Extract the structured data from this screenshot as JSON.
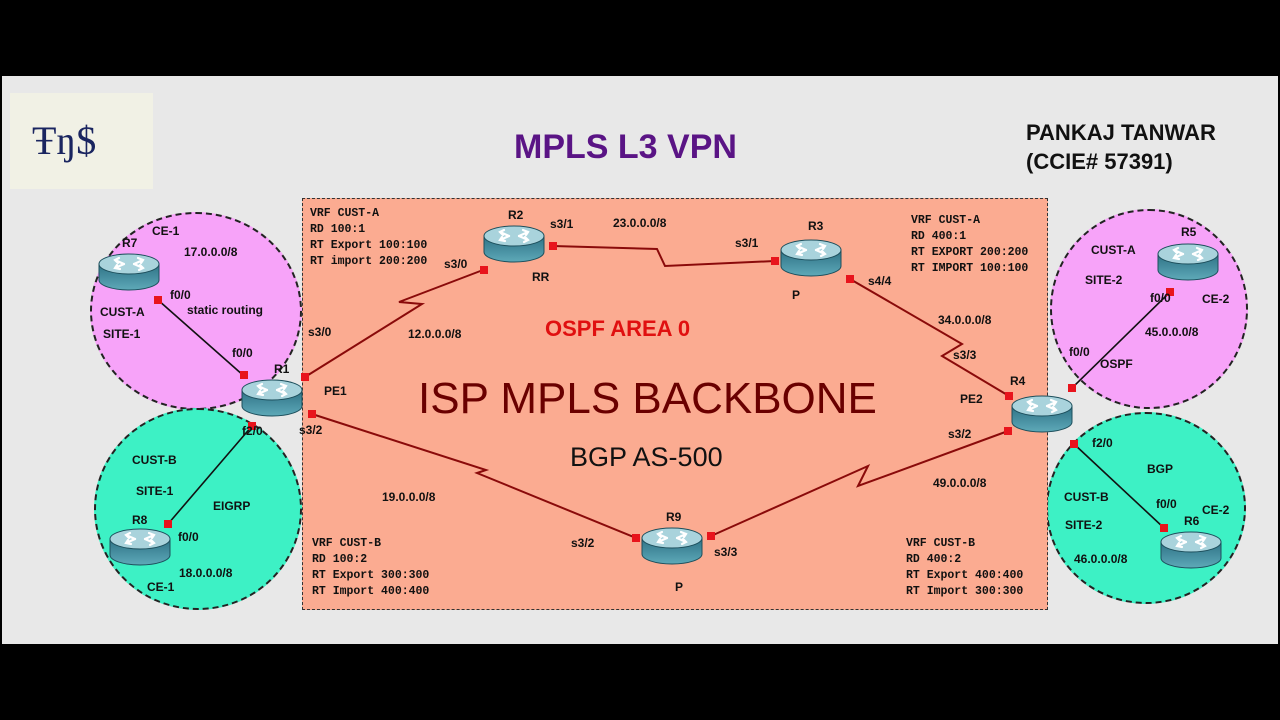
{
  "header": {
    "logo_text": "Ŧŋ$",
    "title": "MPLS L3 VPN",
    "author_name": "PANKAJ TANWAR",
    "author_cert": "(CCIE# 57391)"
  },
  "backbone": {
    "title": "ISP MPLS BACKBONE",
    "bgp": "BGP AS-500",
    "ospf": "OSPF AREA 0"
  },
  "colors": {
    "backbone": "#fbab91",
    "site_pink": "#f7a3f9",
    "site_teal": "#3df1c5",
    "title": "#5a1485",
    "ospf": "#e01010",
    "port": "#e8141c",
    "router": "#3f8c9e"
  },
  "vrfs": {
    "pe1_a": {
      "line1": "VRF CUST-A",
      "line2": "RD 100:1",
      "line3": "RT Export 100:100",
      "line4": "RT import 200:200"
    },
    "pe2_a": {
      "line1": "VRF CUST-A",
      "line2": "RD 400:1",
      "line3": "RT EXPORT 200:200",
      "line4": "RT IMPORT 100:100"
    },
    "pe1_b": {
      "line1": "VRF CUST-B",
      "line2": "RD 100:2",
      "line3": "RT Export 300:300",
      "line4": "RT Import 400:400"
    },
    "pe2_b": {
      "line1": "VRF CUST-B",
      "line2": "RD 400:2",
      "line3": "RT Export 400:400",
      "line4": "RT Import 300:300"
    }
  },
  "routers": {
    "r1": {
      "name": "R1",
      "role": "PE1"
    },
    "r2": {
      "name": "R2",
      "role": "RR"
    },
    "r3": {
      "name": "R3",
      "role": "P"
    },
    "r4": {
      "name": "R4",
      "role": "PE2"
    },
    "r5": {
      "name": "R5",
      "role": "CE-2"
    },
    "r6": {
      "name": "R6",
      "role": "CE-2"
    },
    "r7": {
      "name": "R7",
      "role": "CE-1"
    },
    "r8": {
      "name": "R8",
      "role": "CE-1"
    },
    "r9": {
      "name": "R9",
      "role": "P"
    }
  },
  "sites": {
    "a1": {
      "cust": "CUST-A",
      "site": "SITE-1",
      "net": "17.0.0.0/8",
      "proto": "static routing"
    },
    "b1": {
      "cust": "CUST-B",
      "site": "SITE-1",
      "net": "18.0.0.0/8",
      "proto": "EIGRP"
    },
    "a2": {
      "cust": "CUST-A",
      "site": "SITE-2",
      "net": "45.0.0.0/8",
      "proto": "OSPF"
    },
    "b2": {
      "cust": "CUST-B",
      "site": "SITE-2",
      "net": "46.0.0.0/8",
      "proto": "BGP"
    }
  },
  "links": {
    "r1_r2": "12.0.0.0/8",
    "r2_r3": "23.0.0.0/8",
    "r3_r4": "34.0.0.0/8",
    "r4_r9": "49.0.0.0/8",
    "r1_r9": "19.0.0.0/8"
  },
  "interfaces": {
    "r7_f00": "f0/0",
    "r1_f00": "f0/0",
    "r1_s30": "s3/0",
    "r1_s32": "s3/2",
    "r1_f20": "f2/0",
    "r8_f00": "f0/0",
    "r2_s30": "s3/0",
    "r2_s31": "s3/1",
    "r3_s31": "s3/1",
    "r3_s44": "s4/4",
    "r4_s33": "s3/3",
    "r4_s32": "s3/2",
    "r4_f00": "f0/0",
    "r4_f20": "f2/0",
    "r5_f00": "f0/0",
    "r6_f00": "f0/0",
    "r9_s32": "s3/2",
    "r9_s33": "s3/3"
  }
}
